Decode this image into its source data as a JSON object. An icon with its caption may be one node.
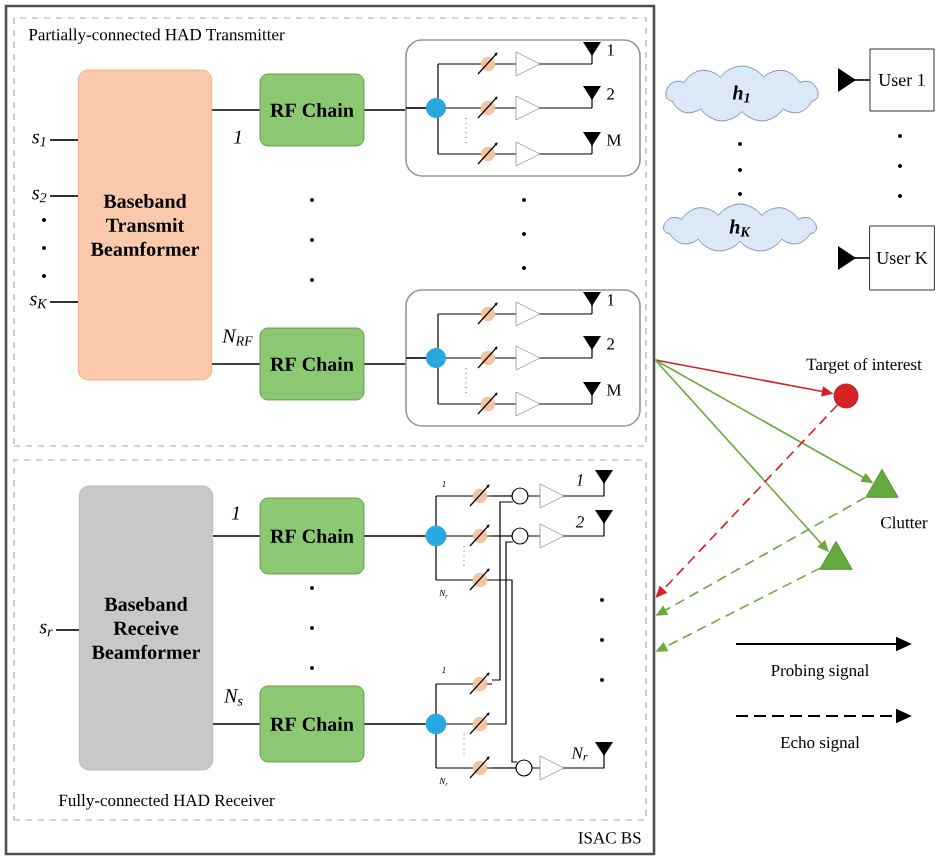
{
  "diagram": {
    "nodes": [
      {
        "text": [
          "ISAC BS"
        ]
      },
      {
        "text": [
          "Partially-connected HAD Transmitter"
        ],
        "in": 0
      },
      {
        "text": [
          "s$_{1}$"
        ],
        "in": 1
      },
      {
        "text": [
          "s$_{2}$"
        ],
        "in": 1
      },
      {
        "text": [
          "s$_{K}$"
        ],
        "in": 1
      },
      {
        "text": [
          "Baseband Transmit Beamformer"
        ],
        "in": 1
      },
      {
        "text": [
          "RF Chain"
        ],
        "in": 1
      },
      {
        "text": [
          "RF Chain"
        ],
        "in": 1
      },
      {
        "text": [
          "1",
          "2",
          "M"
        ],
        "in": 1
      },
      {
        "text": [
          "1",
          "2",
          "M"
        ],
        "in": 1
      },
      {
        "text": [
          "Fully-connected HAD Receiver"
        ],
        "in": 0
      },
      {
        "text": [
          "s$_{r}$"
        ],
        "in": 10
      },
      {
        "text": [
          "Baseband Receive Beamformer"
        ],
        "in": 10
      },
      {
        "text": [
          "RF Chain"
        ],
        "in": 10
      },
      {
        "text": [
          "RF Chain"
        ],
        "in": 10
      },
      {
        "text": [
          "h$_{1}$"
        ]
      },
      {
        "text": [
          "h$_{K}$"
        ]
      },
      {
        "text": [
          "User 1"
        ]
      },
      {
        "text": [
          "User K"
        ]
      },
      {
        "text": [],
        "shape": "circle",
        "beside": [
          "Target of interest"
        ]
      },
      {
        "text": [],
        "shape": "triangle",
        "beside": [
          "Clutter"
        ]
      },
      {
        "text": [],
        "shape": "triangle"
      },
      {
        "text": [],
        "shape": "circle",
        "in": 10
      },
      {
        "text": [],
        "shape": "circle",
        "in": 10
      }
    ],
    "edges": [
      {
        "from": 2,
        "to": 5,
        "arrow": "none"
      },
      {
        "from": 3,
        "to": 5,
        "arrow": "none"
      },
      {
        "from": 4,
        "to": 5,
        "arrow": "none"
      },
      {
        "from": 5,
        "to": 6,
        "arrow": "none",
        "label": "1"
      },
      {
        "from": 5,
        "to": 7,
        "arrow": "none",
        "label": "N$_{RF}$"
      },
      {
        "from": 6,
        "to": 8,
        "arrow": "none"
      },
      {
        "from": 7,
        "to": 9,
        "arrow": "none"
      },
      {
        "from": 11,
        "to": 12,
        "arrow": "none"
      },
      {
        "from": 12,
        "to": 13,
        "arrow": "none",
        "label": "1"
      },
      {
        "from": 12,
        "to": 14,
        "arrow": "none",
        "label": "N$_{s}$"
      },
      {
        "from": 0,
        "to": 19,
        "arrow": "to",
        "color": "#d42027"
      },
      {
        "from": 0,
        "to": 20,
        "arrow": "to",
        "color": "#6aaa3a"
      },
      {
        "from": 0,
        "to": 21,
        "arrow": "to",
        "color": "#6aaa3a"
      },
      {
        "from": 19,
        "to": 0,
        "arrow": "to",
        "style": "dashed",
        "color": "#d42027"
      },
      {
        "from": 20,
        "to": 0,
        "arrow": "to",
        "style": "dashed",
        "color": "#6aaa3a"
      },
      {
        "from": 21,
        "to": 0,
        "arrow": "to",
        "style": "dashed",
        "color": "#6aaa3a"
      },
      {
        "from": 13,
        "to": 22,
        "arrow": "none"
      },
      {
        "from": 14,
        "to": 23,
        "arrow": "none"
      }
    ],
    "labels": [
      "1",
      "1",
      "2",
      "N$_{r}$",
      "N$_{r}$",
      "1",
      "N$_{r}$"
    ],
    "legend": [
      {
        "text": "Probing signal"
      },
      {
        "text": "Echo signal"
      }
    ]
  }
}
